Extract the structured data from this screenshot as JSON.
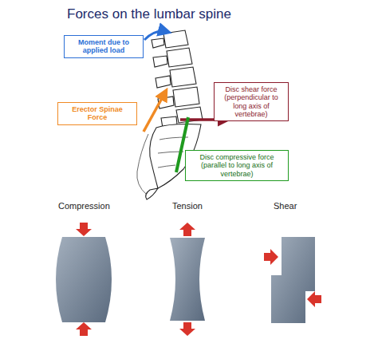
{
  "diagram": {
    "title": "Forces on the lumbar spine",
    "nodes": [
      {
        "text": [
          "Moment due to applied load"
        ]
      },
      {
        "text": [
          "Erector Spinae Force"
        ]
      },
      {
        "text": [
          "Disc shear force",
          "(perpendicular to long axis of vertebrae)"
        ]
      },
      {
        "text": [
          "Disc compressive force",
          "(parallel to long axis of vertebrae)"
        ]
      }
    ],
    "labels": [
      "Compression",
      "Tension",
      "Shear"
    ]
  }
}
